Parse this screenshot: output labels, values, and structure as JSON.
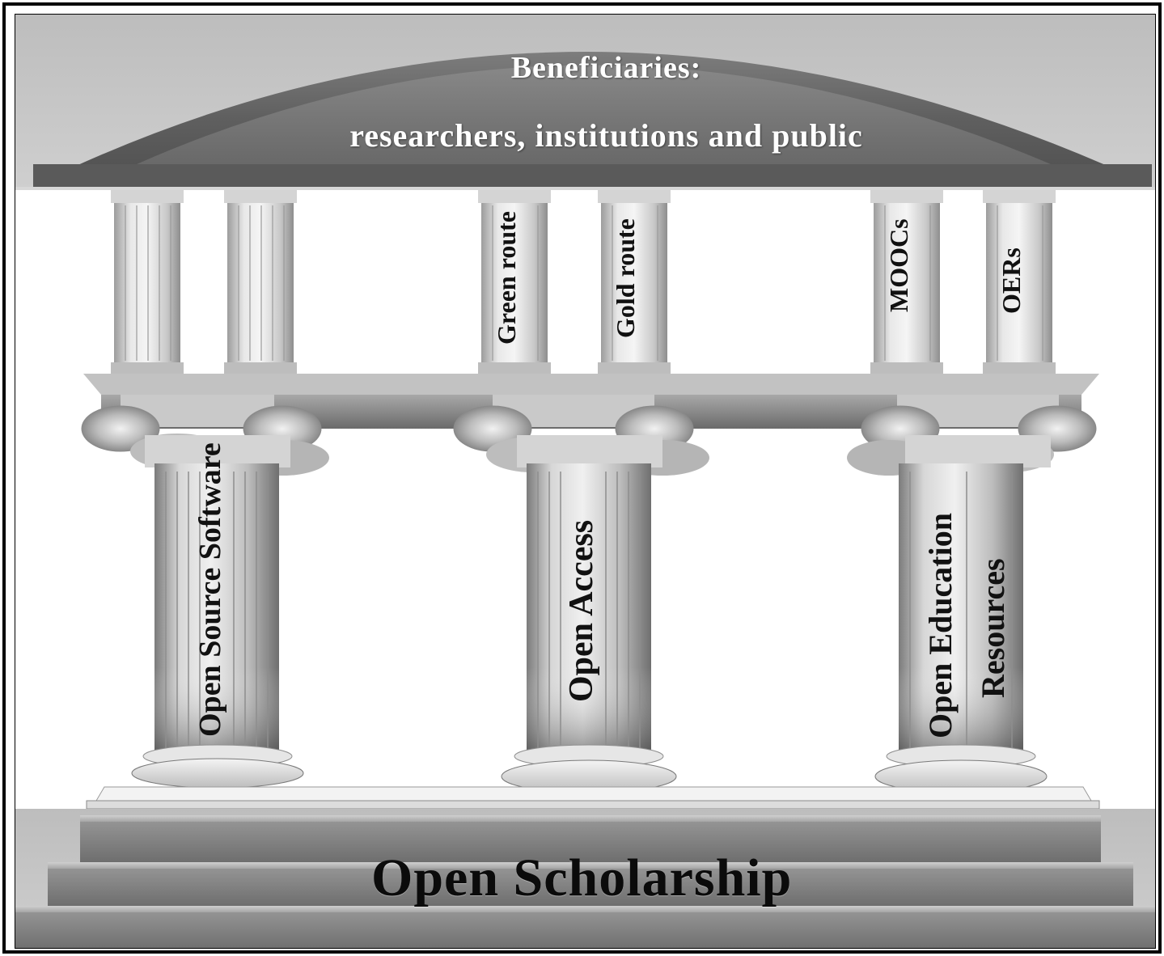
{
  "roof": {
    "line1": "Beneficiaries:",
    "line2": "researchers, institutions and public"
  },
  "upper_columns": [
    "Green route",
    "Gold route",
    "MOOCs",
    "OERs"
  ],
  "main_columns": {
    "left": "Open Source Software",
    "center": "Open Access",
    "right_line1": "Open Education",
    "right_line2": "Resources"
  },
  "base": {
    "title": "Open Scholarship"
  }
}
